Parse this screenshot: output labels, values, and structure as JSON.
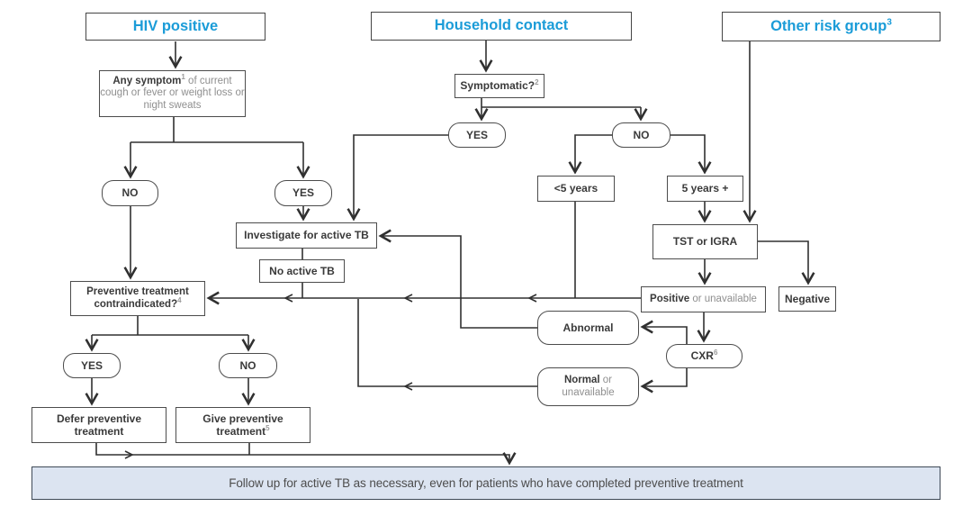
{
  "diagram": {
    "headers": {
      "hiv": {
        "label": "HIV positive"
      },
      "household": {
        "label": "Household contact"
      },
      "other": {
        "label": "Other risk group",
        "sup": "3"
      }
    },
    "nodes": {
      "any_symptom": {
        "bold": "Any symptom",
        "sup": "1",
        "rest": " of current cough or fever or weight loss or night sweats"
      },
      "symptomatic": {
        "label": "Symptomatic?",
        "sup": "2"
      },
      "hh_yes": {
        "label": "YES"
      },
      "hh_no": {
        "label": "NO"
      },
      "under5": {
        "label": "<5 years"
      },
      "over5": {
        "label": "5 years +"
      },
      "tst": {
        "label": "TST or IGRA"
      },
      "positive": {
        "bold": "Positive",
        "rest": " or unavailable"
      },
      "negative": {
        "label": "Negative"
      },
      "cxr": {
        "label": "CXR",
        "sup": "6"
      },
      "abnormal": {
        "label": "Abnormal"
      },
      "normal": {
        "bold": "Normal",
        "rest": " or",
        "line2": "unavailable"
      },
      "hiv_no": {
        "label": "NO"
      },
      "hiv_yes": {
        "label": "YES"
      },
      "investigate": {
        "label": "Investigate for active TB"
      },
      "no_active_tb": {
        "label": "No active TB"
      },
      "contraindicated": {
        "line1": "Preventive treatment",
        "line2": "contraindicated?",
        "sup": "4"
      },
      "ci_yes": {
        "label": "YES"
      },
      "ci_no": {
        "label": "NO"
      },
      "defer": {
        "line1": "Defer preventive",
        "line2": "treatment"
      },
      "give": {
        "line1": "Give preventive",
        "line2": "treatment",
        "sup": "5"
      }
    },
    "footer": {
      "label": "Follow up for active TB as necessary, even for patients who have completed preventive treatment"
    },
    "colors": {
      "accent_blue": "#1b9cd8",
      "footer_fill": "#dce4f1",
      "line": "#303030"
    }
  }
}
